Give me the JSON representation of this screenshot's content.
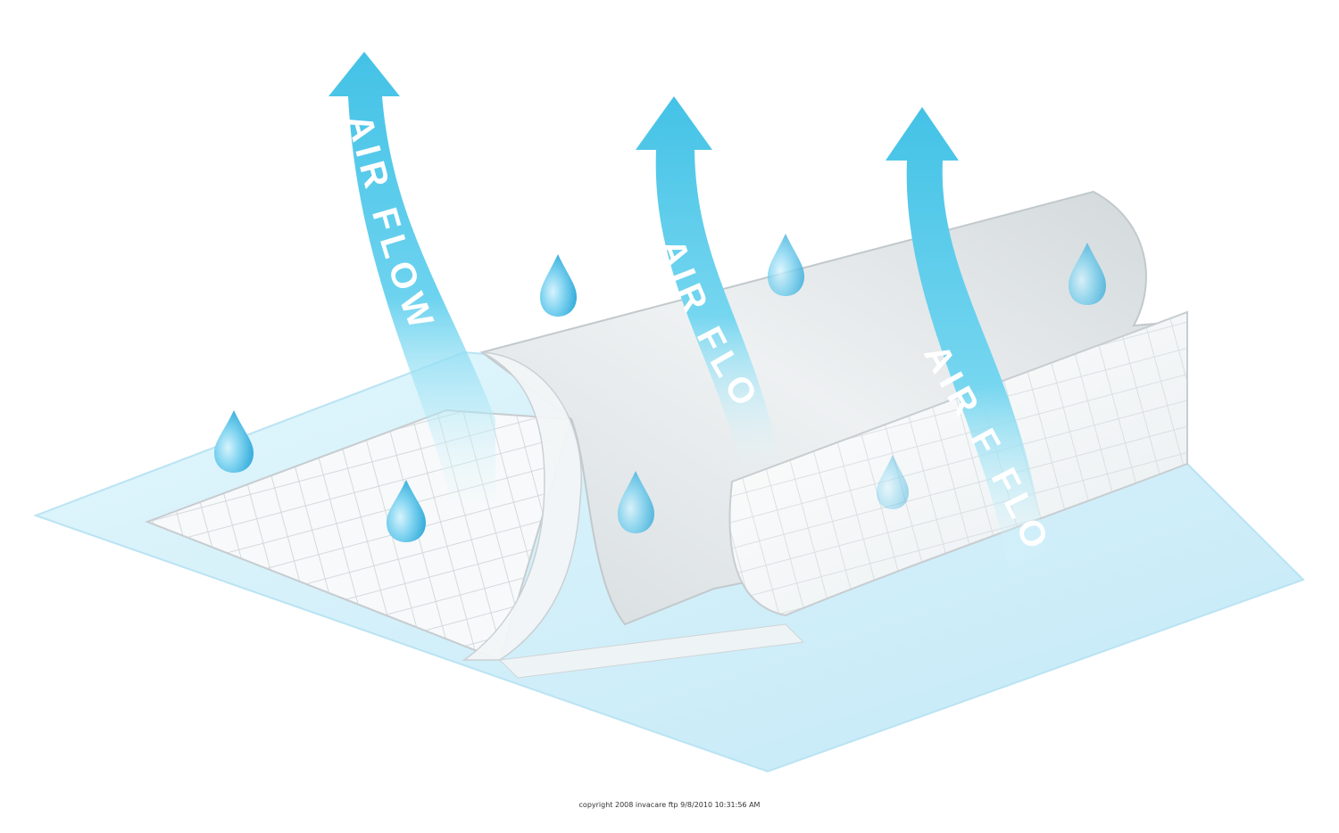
{
  "labels": {
    "airflow_1": "AIR FLOW",
    "airflow_2": "AIR FLOW",
    "airflow_3": "AIR F FLOW"
  },
  "copyright": "copyright 2008 invacare ftp 9/8/2010 10:31:56 AM",
  "colors": {
    "arrow": "#4cc8e8",
    "arrow_light": "#b6ecf8",
    "droplet": "#5fc3ea",
    "base_sheet": "#cfeef9",
    "fabric": "#e3e8ea"
  }
}
